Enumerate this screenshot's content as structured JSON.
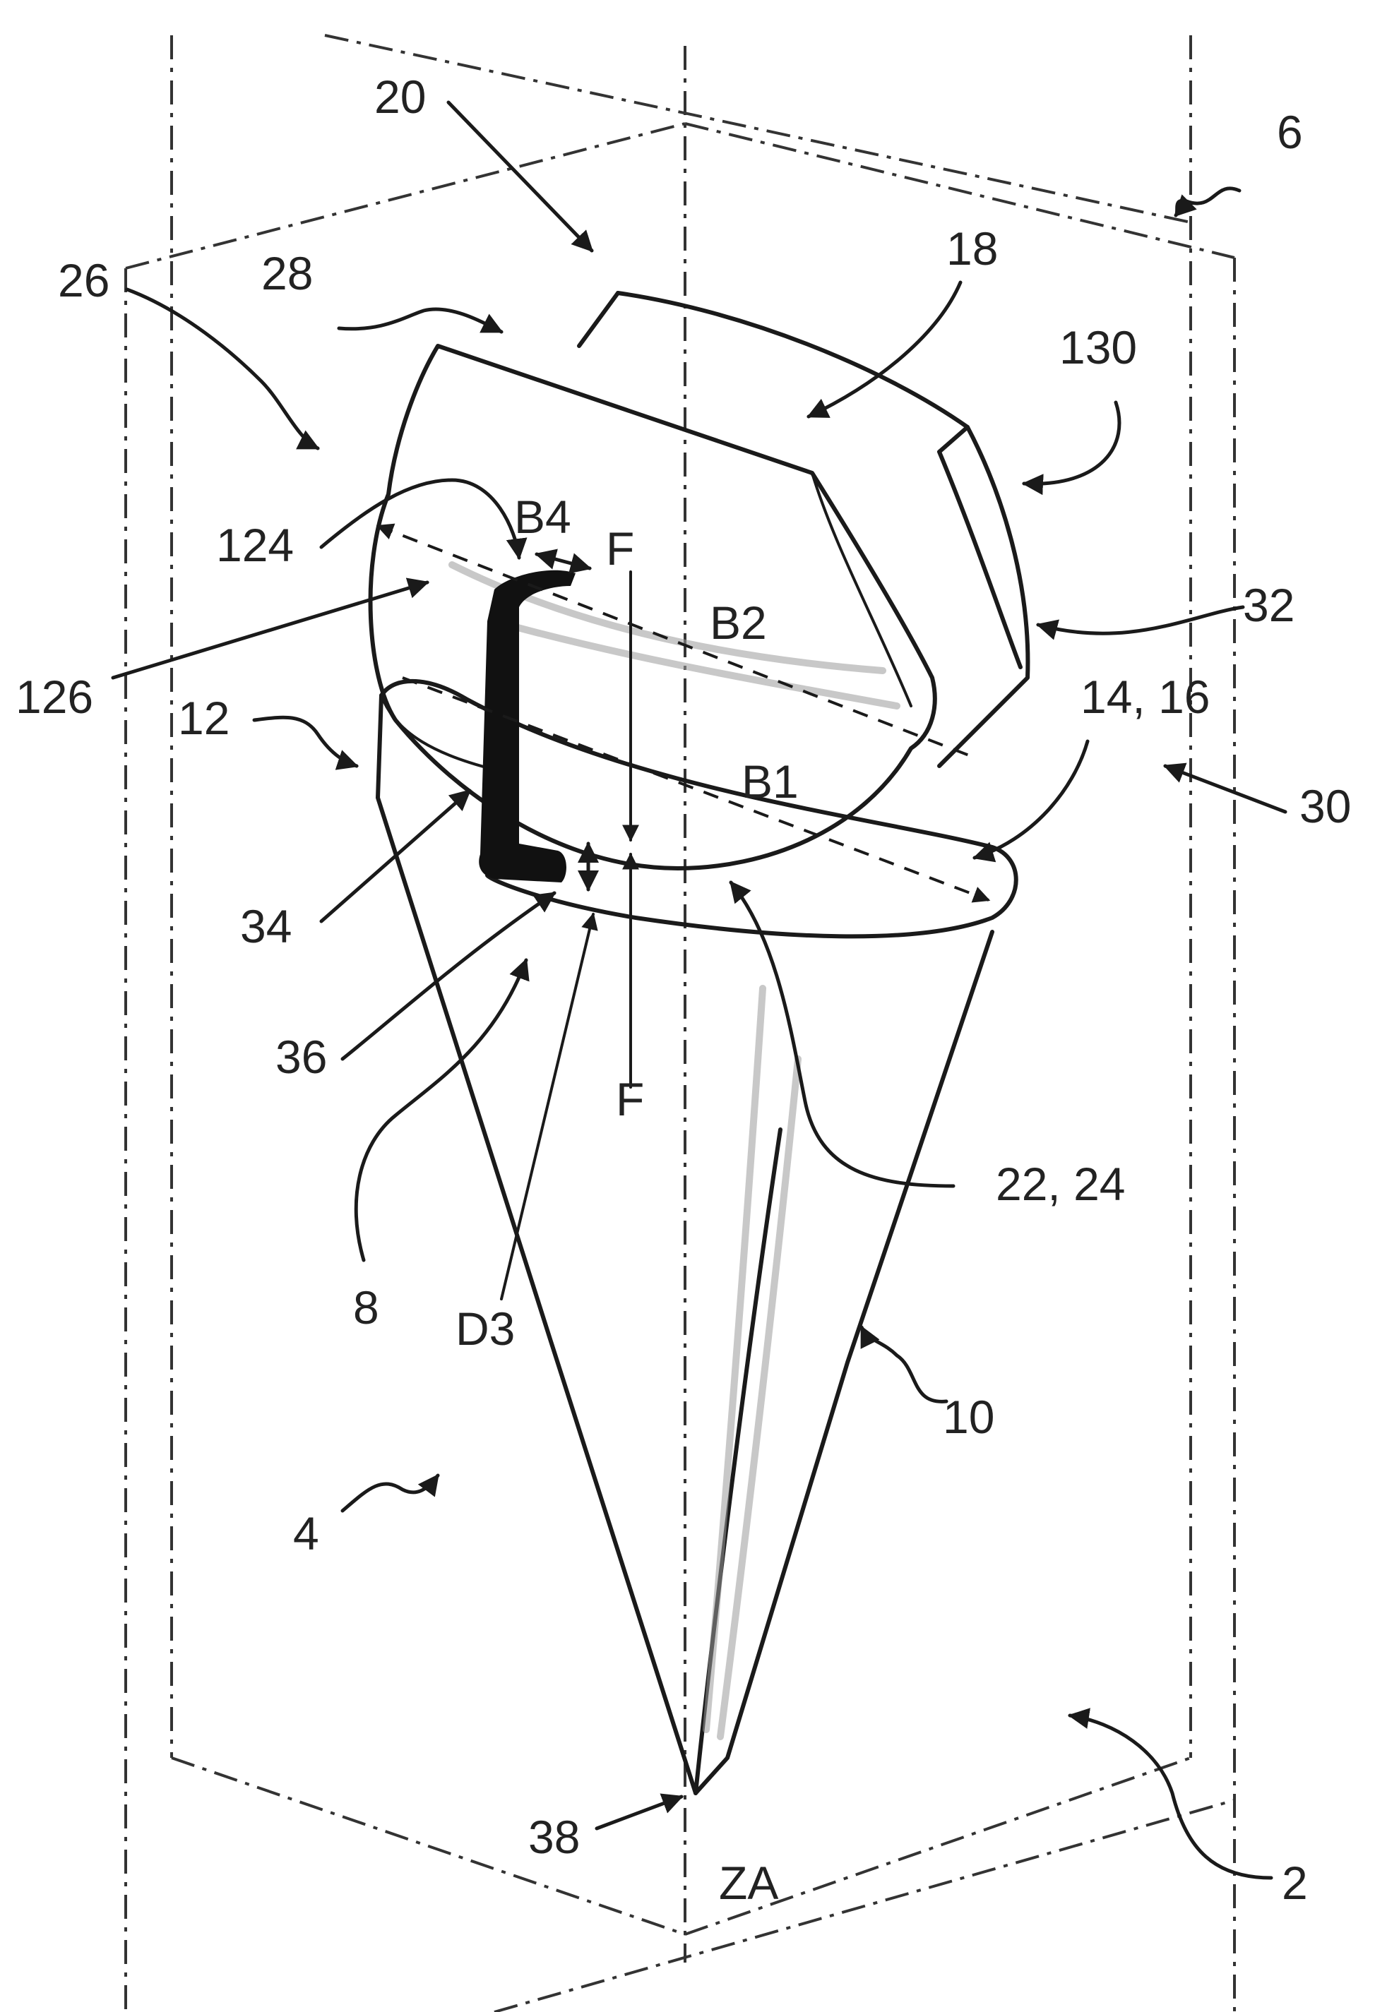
{
  "labels": {
    "l20": "20",
    "l6": "6",
    "l18": "18",
    "l26": "26",
    "l28": "28",
    "l130": "130",
    "l124": "124",
    "lB4": "B4",
    "lF_top": "F",
    "l32": "32",
    "lB2": "B2",
    "l126": "126",
    "l12": "12",
    "l14_16": "14, 16",
    "l30": "30",
    "lB1": "B1",
    "l34": "34",
    "l36": "36",
    "lF_bottom": "F",
    "l22_24": "22, 24",
    "l8": "8",
    "lD3": "D3",
    "l10": "10",
    "l4": "4",
    "l38": "38",
    "lZA": "ZA",
    "l2": "2"
  }
}
